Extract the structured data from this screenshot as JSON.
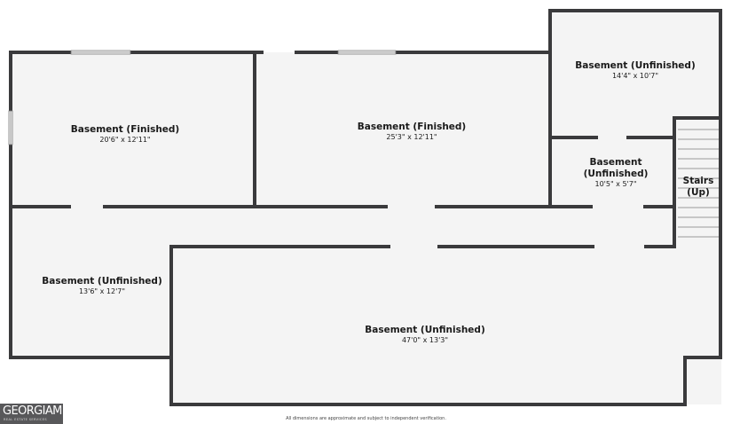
{
  "rooms": [
    {
      "name": "Basement (Finished)",
      "dims": "20'6\" x 12'11\""
    },
    {
      "name": "Basement (Finished)",
      "dims": "25'3\" x 12'11\""
    },
    {
      "name": "Basement (Unfinished)",
      "dims": "14'4\" x 10'7\""
    },
    {
      "name": [
        "Basement",
        "(Unfinished)"
      ],
      "dims": "10'5\" x 5'7\""
    },
    {
      "name": [
        "Stairs",
        "(Up)"
      ]
    },
    {
      "name": "Basement (Unfinished)",
      "dims": "13'6\" x 12'7\""
    },
    {
      "name": "Basement (Unfinished)",
      "dims": "47'0\" x 13'3\""
    }
  ],
  "disclaimer": "All dimensions are approximate and subject to independent verification.",
  "logo": {
    "main": "GEORGIAMLS",
    "sub": "REAL ESTATE SERVICES"
  },
  "colors": {
    "wall": "#3a3a3c",
    "floor": "#f4f4f4",
    "logo_bg": "#58585a"
  }
}
